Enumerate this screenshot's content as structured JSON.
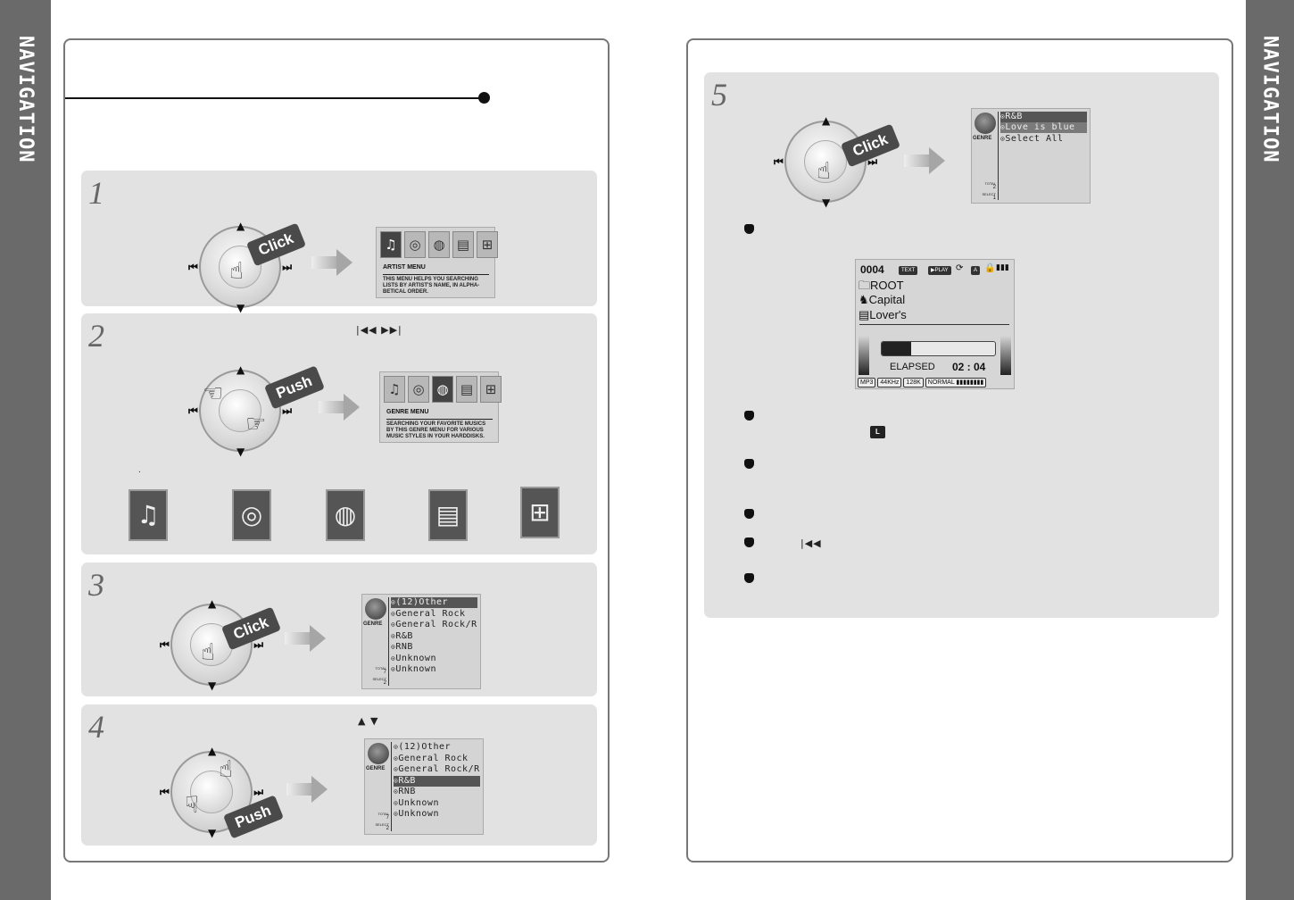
{
  "side_label": "NAVIGATION",
  "steps": {
    "s1": {
      "num": "1",
      "action": "Click",
      "screen": {
        "title": "ARTIST MENU",
        "desc": "THIS MENU HELPS YOU SEARCHING LISTS BY ARTIST'S NAME, IN ALPHA-BETICAL ORDER."
      }
    },
    "s2": {
      "num": "2",
      "action": "Push",
      "keys": "|◀◀   ▶▶|",
      "note": ".",
      "screen": {
        "title": "GENRE MENU",
        "desc": "SEARCHING YOUR FAVORITE MUSICS BY THIS GENRE MENU FOR VARIOUS MUSIC STYLES IN YOUR HARDDISKS."
      }
    },
    "s3": {
      "num": "3",
      "action": "Click",
      "screen": {
        "icon_label": "GENRE",
        "total_label": "TOTAL",
        "total": "7",
        "select_label": "SELECT",
        "select": "2",
        "items": [
          "(12)Other",
          "General Rock",
          "General Rock/R",
          "R&B",
          "RNB",
          "Unknown",
          "Unknown"
        ]
      }
    },
    "s4": {
      "num": "4",
      "action": "Push",
      "keys": "▲   ▼",
      "screen": {
        "icon_label": "GENRE",
        "total_label": "TOTAL",
        "total": "7",
        "select_label": "SELECT",
        "select": "2",
        "items": [
          "(12)Other",
          "General Rock",
          "General Rock/R",
          "R&B",
          "RNB",
          "Unknown",
          "Unknown"
        ]
      }
    },
    "s5": {
      "num": "5",
      "action": "Click",
      "screen": {
        "icon_label": "GENRE",
        "total_label": "TOTAL",
        "total": "2",
        "select_label": "SELECT",
        "select": "1",
        "items": [
          "R&B",
          "Love is blue",
          "Select All"
        ]
      }
    }
  },
  "player": {
    "count": "0004",
    "badge_text": "TEXT",
    "badge_play": "▶PLAY",
    "badge_a": "A",
    "folder": "ROOT",
    "artist": "Capital",
    "title": "Lover's",
    "progress": 0.26,
    "elapsed_label": "ELAPSED",
    "elapsed_time": "02 : 04",
    "format": "MP3",
    "rate": "44KHz",
    "bitrate": "128K",
    "eq": "NORMAL"
  },
  "notes": {
    "l_key": "L",
    "prev_key": "|◀◀"
  },
  "icons": [
    "artist-icon",
    "album-icon",
    "genre-icon",
    "title-icon",
    "folder-icon"
  ]
}
